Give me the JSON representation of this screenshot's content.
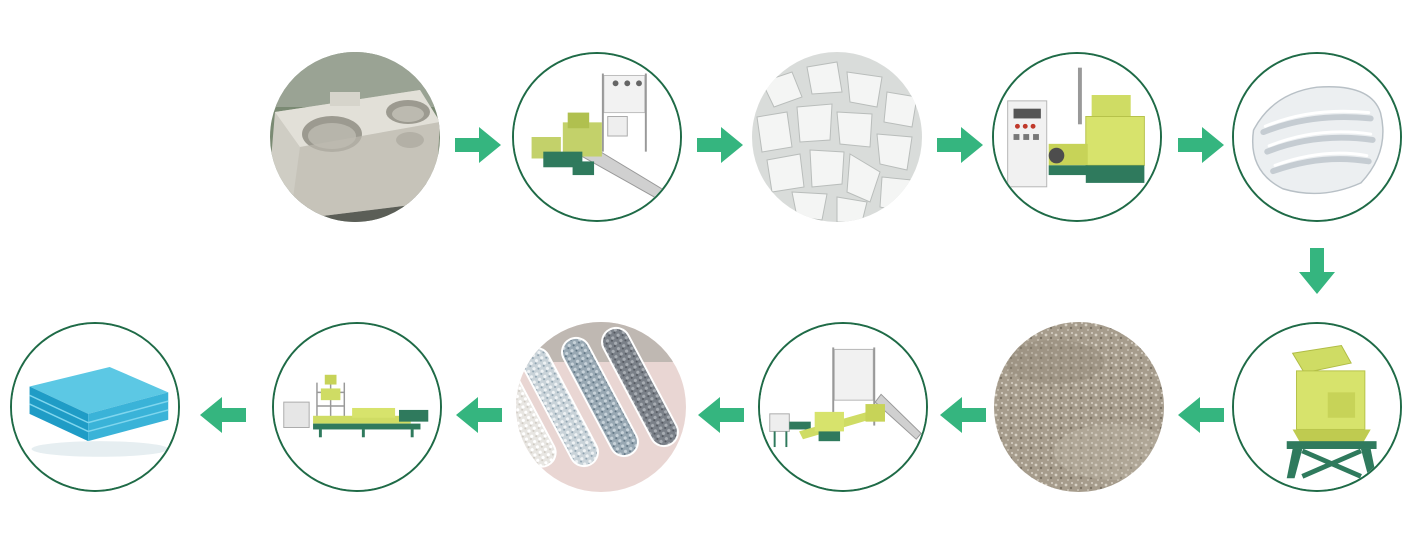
{
  "diagram": {
    "kind": "process-flow",
    "arrow_color": "#35b57f",
    "ring_color": "#1f6b47",
    "steps": [
      {
        "id": 1,
        "icon": "eps-waste-block-photo",
        "ring": false
      },
      {
        "id": 2,
        "icon": "crushing-line-machine",
        "ring": true
      },
      {
        "id": 3,
        "icon": "crushed-eps-flakes-photo",
        "ring": false
      },
      {
        "id": 4,
        "icon": "eps-melter-machine",
        "ring": true
      },
      {
        "id": 5,
        "icon": "melted-eps-ingots-photo",
        "ring": true
      },
      {
        "id": 6,
        "icon": "plastic-crusher-machine",
        "ring": true
      },
      {
        "id": 7,
        "icon": "shredded-granules-photo",
        "ring": false
      },
      {
        "id": 8,
        "icon": "pelletizing-line-machine",
        "ring": true
      },
      {
        "id": 9,
        "icon": "plastic-pellets-tubes-photo",
        "ring": false
      },
      {
        "id": 10,
        "icon": "extrusion-line-machine",
        "ring": true
      },
      {
        "id": 11,
        "icon": "xps-board-stack",
        "ring": true
      }
    ],
    "arrows": [
      {
        "from": 1,
        "to": 2,
        "direction": "right"
      },
      {
        "from": 2,
        "to": 3,
        "direction": "right"
      },
      {
        "from": 3,
        "to": 4,
        "direction": "right"
      },
      {
        "from": 4,
        "to": 5,
        "direction": "right"
      },
      {
        "from": 5,
        "to": 6,
        "direction": "down"
      },
      {
        "from": 6,
        "to": 7,
        "direction": "left"
      },
      {
        "from": 7,
        "to": 8,
        "direction": "left"
      },
      {
        "from": 8,
        "to": 9,
        "direction": "left"
      },
      {
        "from": 9,
        "to": 10,
        "direction": "left"
      },
      {
        "from": 10,
        "to": 11,
        "direction": "left"
      }
    ]
  }
}
